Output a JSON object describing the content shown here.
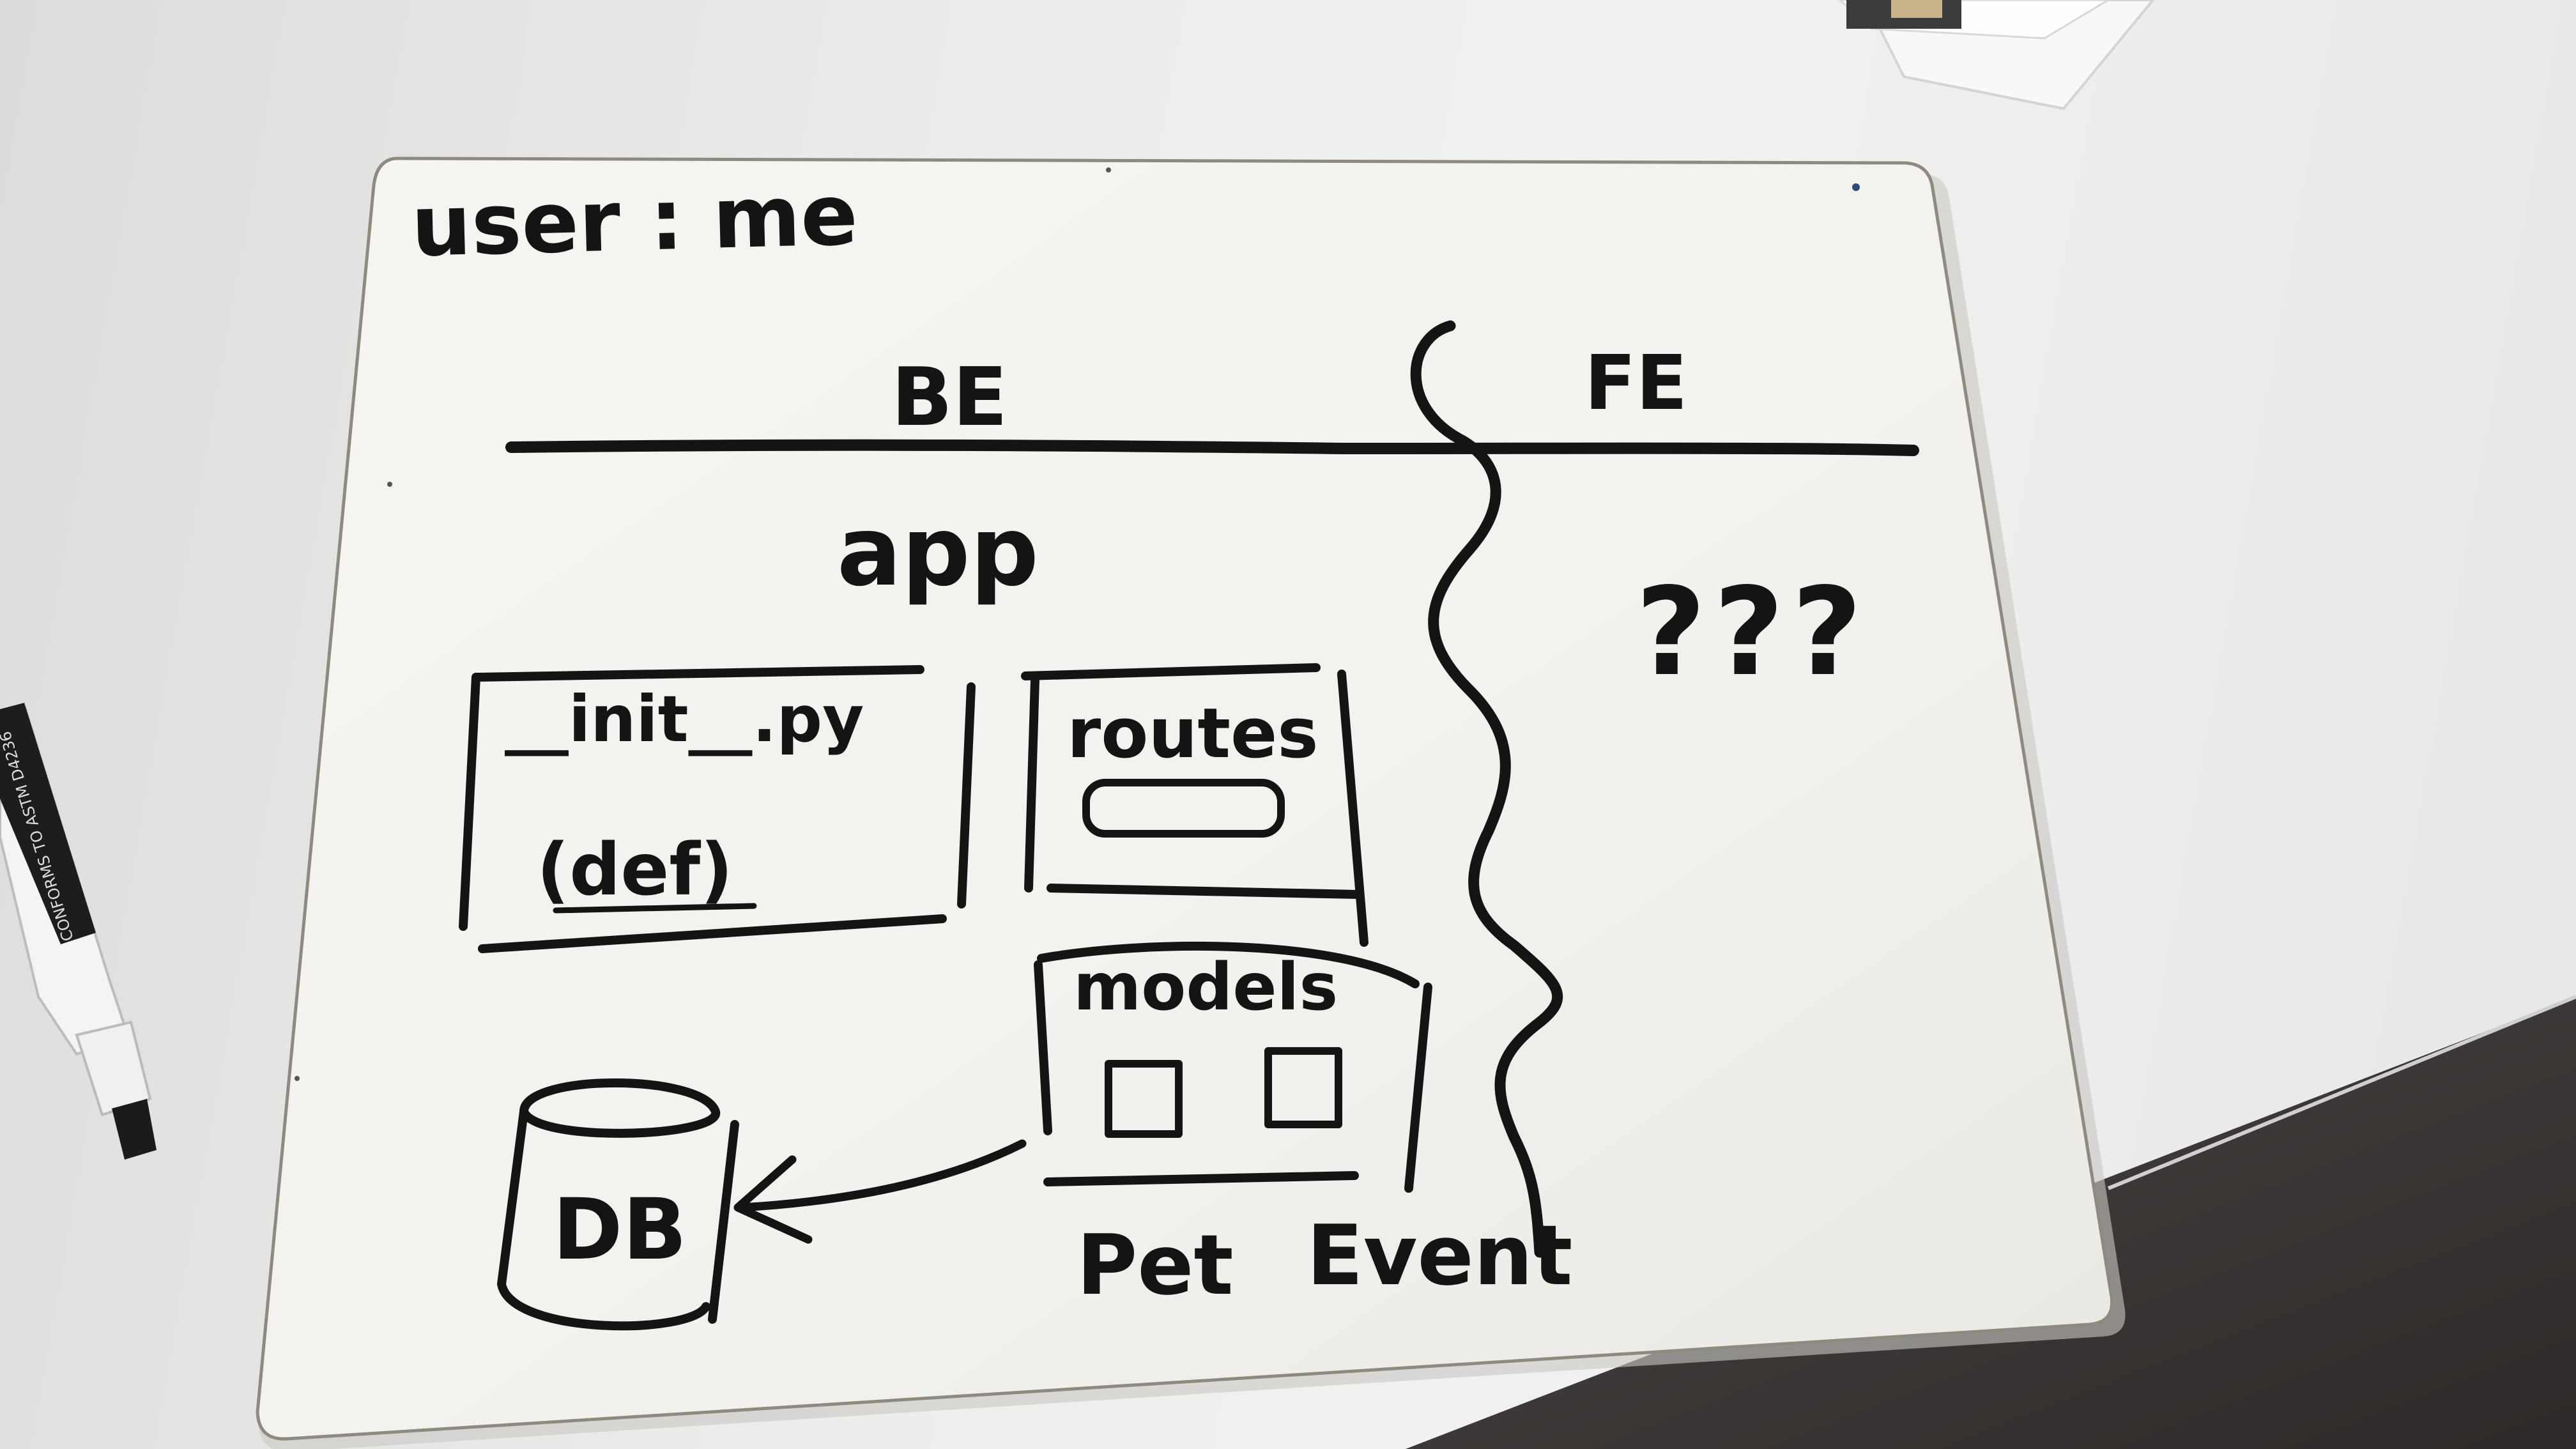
{
  "whiteboard": {
    "user_line": "user : me",
    "backend_label": "BE",
    "frontend_label": "FE",
    "app_label": "app",
    "init_label": "__init__.py",
    "def_label": "(def)",
    "routes_label": "routes",
    "models_label": "models",
    "db_label": "DB",
    "frontend_unknown": "???",
    "model_names": [
      "Pet",
      "Event"
    ]
  },
  "marker": {
    "side_print": "CONFORMS TO ASTM D4236"
  },
  "colors": {
    "ink": "#141414",
    "board": "#f4f3ef",
    "desk": "#ececea",
    "floor": "#3a3634",
    "marker_cap": "#222222"
  }
}
